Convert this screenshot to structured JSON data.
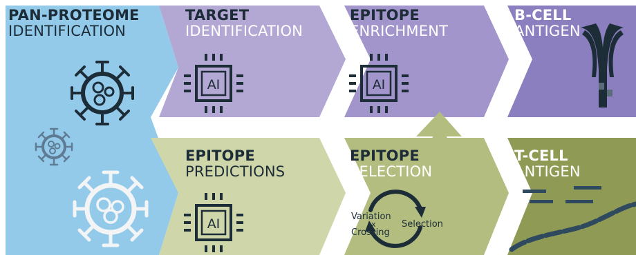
{
  "stages": {
    "pan_proteome": {
      "title": "PAN-PROTEOME",
      "subtitle": "IDENTIFICATION"
    },
    "target": {
      "title": "TARGET",
      "subtitle": "IDENTIFICATION"
    },
    "enrichment": {
      "title": "EPITOPE",
      "subtitle": "ENRICHMENT"
    },
    "b_cell": {
      "title": "B-CELL",
      "subtitle": "ANTIGEN"
    },
    "predictions": {
      "title": "EPITOPE",
      "subtitle": "PREDICTIONS"
    },
    "selection": {
      "title": "EPITOPE",
      "subtitle": "SELECTION"
    },
    "t_cell": {
      "title": "T-CELL",
      "subtitle": "ANTIGEN"
    }
  },
  "chip_label": "AI",
  "genetic_algorithm": {
    "variation": "Variation",
    "x": "x",
    "crossing": "Crossing",
    "selection": "Selection"
  },
  "colors": {
    "blue": "#93caea",
    "purple_light": "#b3a7d3",
    "purple_mid": "#a195cb",
    "purple_dark": "#8b7fbf",
    "green_light": "#cfd6a9",
    "green_mid": "#b2bd7f",
    "green_dark": "#8f9b55",
    "ink": "#1d2d38"
  }
}
